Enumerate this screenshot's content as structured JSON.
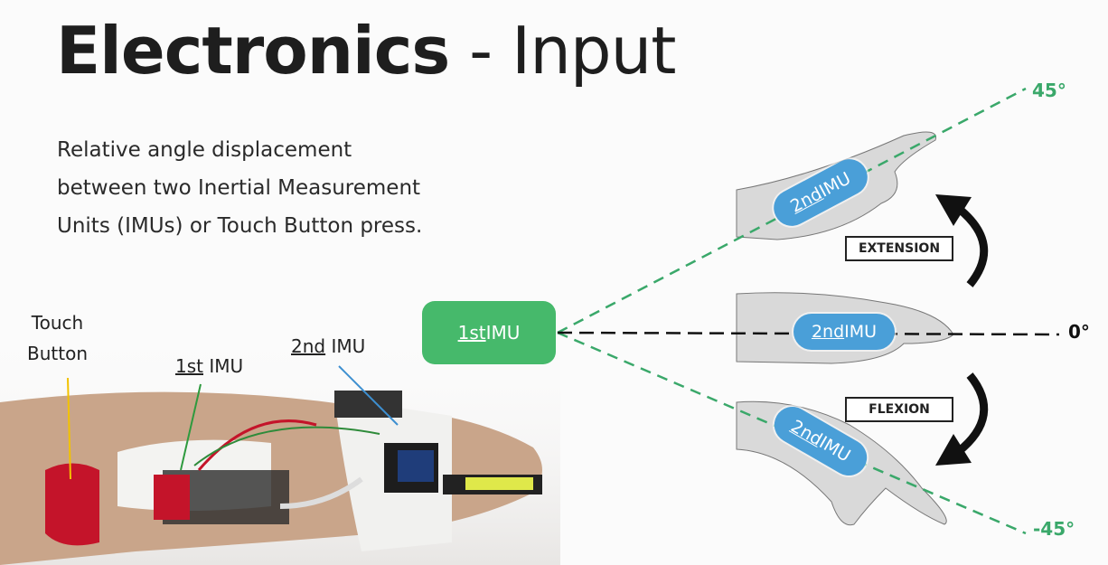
{
  "title": {
    "bold": "Electronics",
    "rest": " - Input"
  },
  "description": [
    "Relative angle displacement",
    "between two Inertial Measurement",
    "Units (IMUs) or Touch Button press."
  ],
  "diagram": {
    "first_imu": {
      "ordinal": "1st",
      "label": " IMU"
    },
    "second_imu": {
      "ordinal": "2nd",
      "label": " IMU"
    },
    "angles": {
      "up": "45°",
      "zero": "0°",
      "down": "-45°"
    },
    "extension_label": "EXTENSION",
    "flexion_label": "FLEXION",
    "colors": {
      "green": "#46b96b",
      "blue": "#4a9fd8",
      "dash_green": "#3aa86a"
    }
  },
  "photo_labels": {
    "touch_button": [
      "Touch",
      "Button"
    ],
    "first_imu": {
      "ordinal": "1st",
      "label": " IMU"
    },
    "second_imu": {
      "ordinal": "2nd",
      "label": " IMU"
    }
  }
}
